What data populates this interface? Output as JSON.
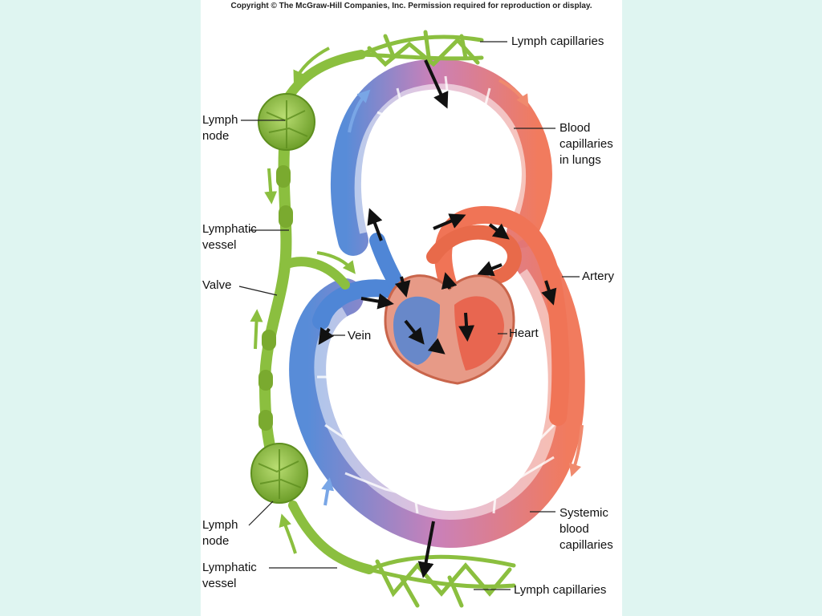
{
  "copyright": "Copyright © The McGraw-Hill Companies, Inc. Permission required for reproduction or display.",
  "labels": {
    "lymph_capillaries_top": "Lymph capillaries",
    "blood_capillaries_lungs": "Blood\ncapillaries\nin lungs",
    "lymph_node_top": "Lymph\nnode",
    "lymphatic_vessel_top": "Lymphatic\nvessel",
    "artery": "Artery",
    "valve": "Valve",
    "vein": "Vein",
    "heart": "Heart",
    "systemic_capillaries": "Systemic\nblood\ncapillaries",
    "lymph_node_bottom": "Lymph\nnode",
    "lymphatic_vessel_bottom": "Lymphatic\nvessel",
    "lymph_capillaries_bottom": "Lymph capillaries"
  },
  "colors": {
    "background": "#dff5f1",
    "lymph": "#8bbf3f",
    "lymph_dark": "#5e8f1f",
    "vein": "#4f86d6",
    "artery": "#f07456",
    "capillary_mix": "#c77ab5"
  }
}
